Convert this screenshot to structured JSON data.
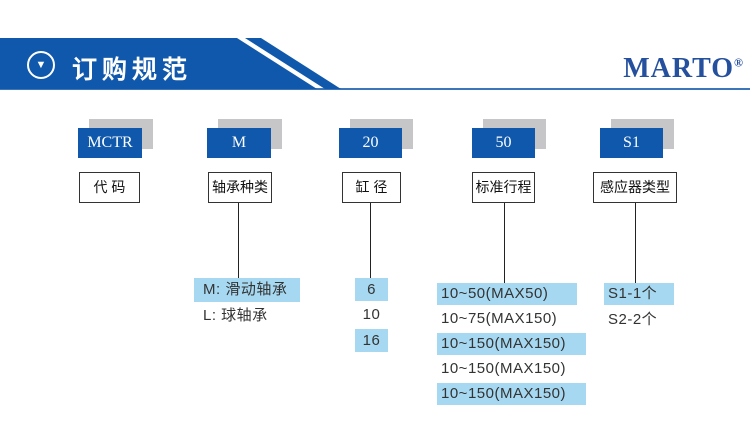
{
  "header": {
    "title": "订购规范",
    "brand": "MARTO",
    "registered_mark": "®",
    "icon": "down-triangle-in-circle"
  },
  "diagram": {
    "model": {
      "code": "MCTR",
      "label": "代 码"
    },
    "bearing": {
      "code": "M",
      "label": "轴承种类",
      "options": [
        {
          "text": "M: 滑动轴承",
          "highlighted": true
        },
        {
          "text": "L: 球轴承",
          "highlighted": false
        }
      ]
    },
    "bore": {
      "code": "20",
      "label": "缸 径",
      "options": [
        {
          "text": "6",
          "highlighted": true
        },
        {
          "text": "10",
          "highlighted": false
        },
        {
          "text": "16",
          "highlighted": true
        }
      ]
    },
    "stroke": {
      "code": "50",
      "label": "标准行程",
      "options": [
        {
          "text": "10~50(MAX50)",
          "highlighted": true
        },
        {
          "text": "10~75(MAX150)",
          "highlighted": false
        },
        {
          "text": "10~150(MAX150)",
          "highlighted": true
        },
        {
          "text": "10~150(MAX150)",
          "highlighted": false
        },
        {
          "text": "10~150(MAX150)",
          "highlighted": true
        }
      ]
    },
    "sensor": {
      "code": "S1",
      "label": "感应器类型",
      "options": [
        {
          "text": "S1-1个",
          "highlighted": true
        },
        {
          "text": "S2-2个",
          "highlighted": false
        }
      ]
    }
  },
  "colors": {
    "primary_blue": "#0f58ab",
    "brand_navy": "#25509e",
    "highlight_blue": "#a6d9f1",
    "shadow_gray": "#c6c6c8",
    "line_blue": "#3a76b9",
    "text_dark": "#333333"
  }
}
